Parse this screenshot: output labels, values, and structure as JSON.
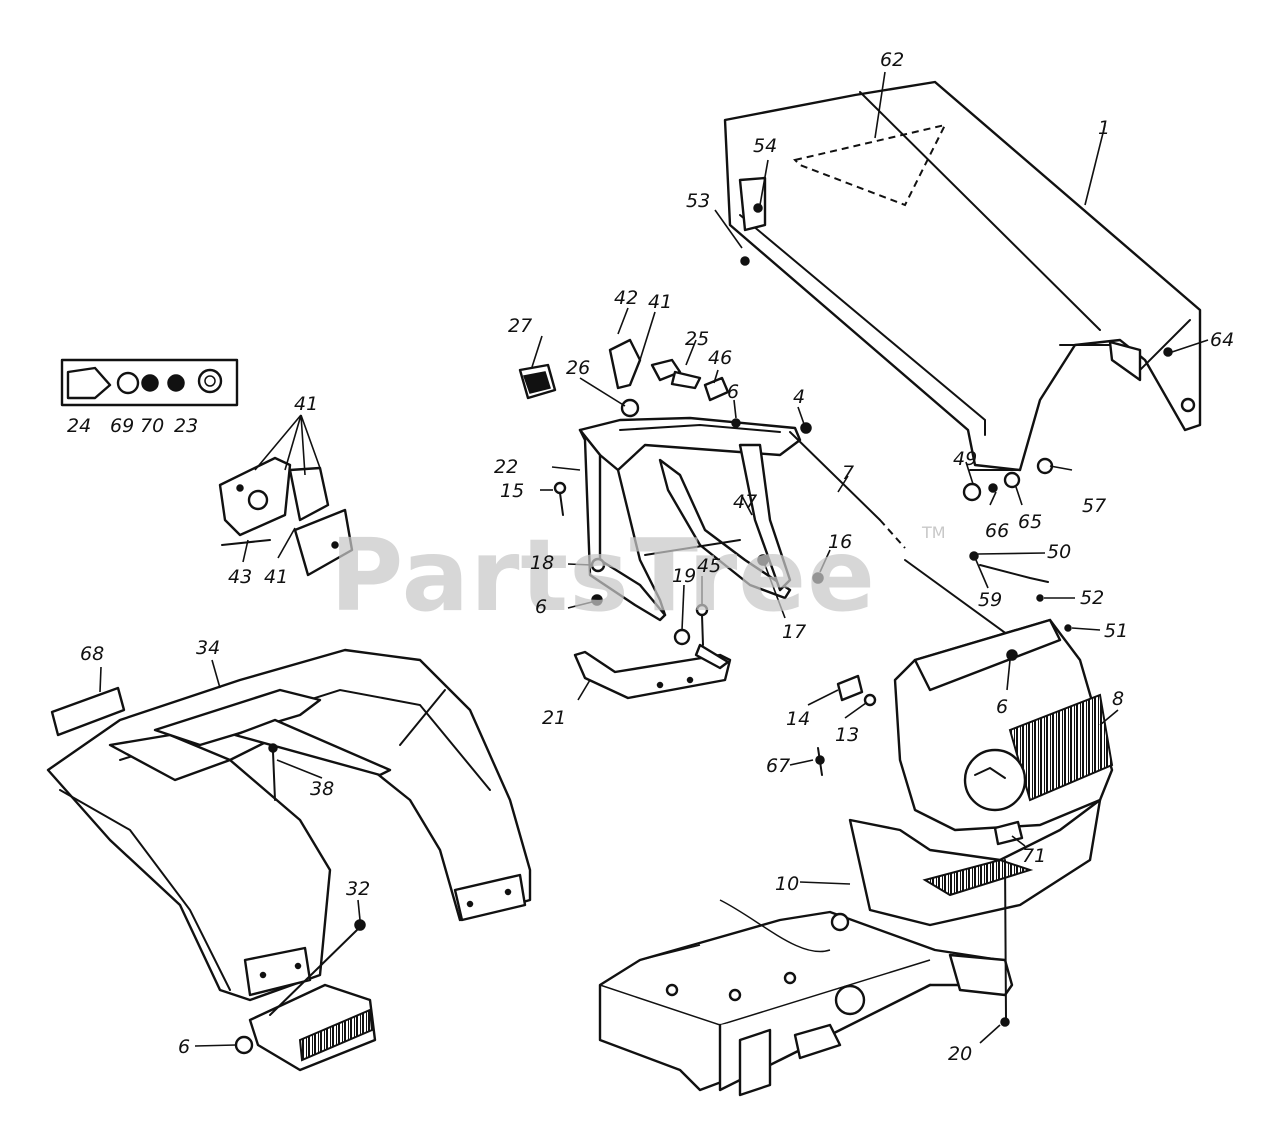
{
  "watermark": {
    "text": "PartsTree",
    "trademark": "TM"
  },
  "callouts": [
    {
      "id": "c62",
      "label": "62"
    },
    {
      "id": "c1",
      "label": "1"
    },
    {
      "id": "c54",
      "label": "54"
    },
    {
      "id": "c53",
      "label": "53"
    },
    {
      "id": "c64",
      "label": "64"
    },
    {
      "id": "c42",
      "label": "42"
    },
    {
      "id": "c41a",
      "label": "41"
    },
    {
      "id": "c27",
      "label": "27"
    },
    {
      "id": "c25",
      "label": "25"
    },
    {
      "id": "c46",
      "label": "46"
    },
    {
      "id": "c26",
      "label": "26"
    },
    {
      "id": "c6a",
      "label": "6"
    },
    {
      "id": "c4",
      "label": "4"
    },
    {
      "id": "c22",
      "label": "22"
    },
    {
      "id": "c15",
      "label": "15"
    },
    {
      "id": "c7",
      "label": "7"
    },
    {
      "id": "c47",
      "label": "47"
    },
    {
      "id": "c49",
      "label": "49"
    },
    {
      "id": "c66",
      "label": "66"
    },
    {
      "id": "c65",
      "label": "65"
    },
    {
      "id": "c57",
      "label": "57"
    },
    {
      "id": "c16",
      "label": "16"
    },
    {
      "id": "c50",
      "label": "50"
    },
    {
      "id": "c18",
      "label": "18"
    },
    {
      "id": "c45",
      "label": "45"
    },
    {
      "id": "c19",
      "label": "19"
    },
    {
      "id": "c6b",
      "label": "6"
    },
    {
      "id": "c17",
      "label": "17"
    },
    {
      "id": "c59",
      "label": "59"
    },
    {
      "id": "c52",
      "label": "52"
    },
    {
      "id": "c51",
      "label": "51"
    },
    {
      "id": "c41b",
      "label": "41"
    },
    {
      "id": "c24",
      "label": "24"
    },
    {
      "id": "c69",
      "label": "69"
    },
    {
      "id": "c70",
      "label": "70"
    },
    {
      "id": "c23",
      "label": "23"
    },
    {
      "id": "c43",
      "label": "43"
    },
    {
      "id": "c41c",
      "label": "41"
    },
    {
      "id": "c68",
      "label": "68"
    },
    {
      "id": "c34",
      "label": "34"
    },
    {
      "id": "c21",
      "label": "21"
    },
    {
      "id": "c6c",
      "label": "6"
    },
    {
      "id": "c8",
      "label": "8"
    },
    {
      "id": "c14",
      "label": "14"
    },
    {
      "id": "c13",
      "label": "13"
    },
    {
      "id": "c67",
      "label": "67"
    },
    {
      "id": "c38",
      "label": "38"
    },
    {
      "id": "c71",
      "label": "71"
    },
    {
      "id": "c10",
      "label": "10"
    },
    {
      "id": "c32",
      "label": "32"
    },
    {
      "id": "c6d",
      "label": "6"
    },
    {
      "id": "c20",
      "label": "20"
    }
  ]
}
